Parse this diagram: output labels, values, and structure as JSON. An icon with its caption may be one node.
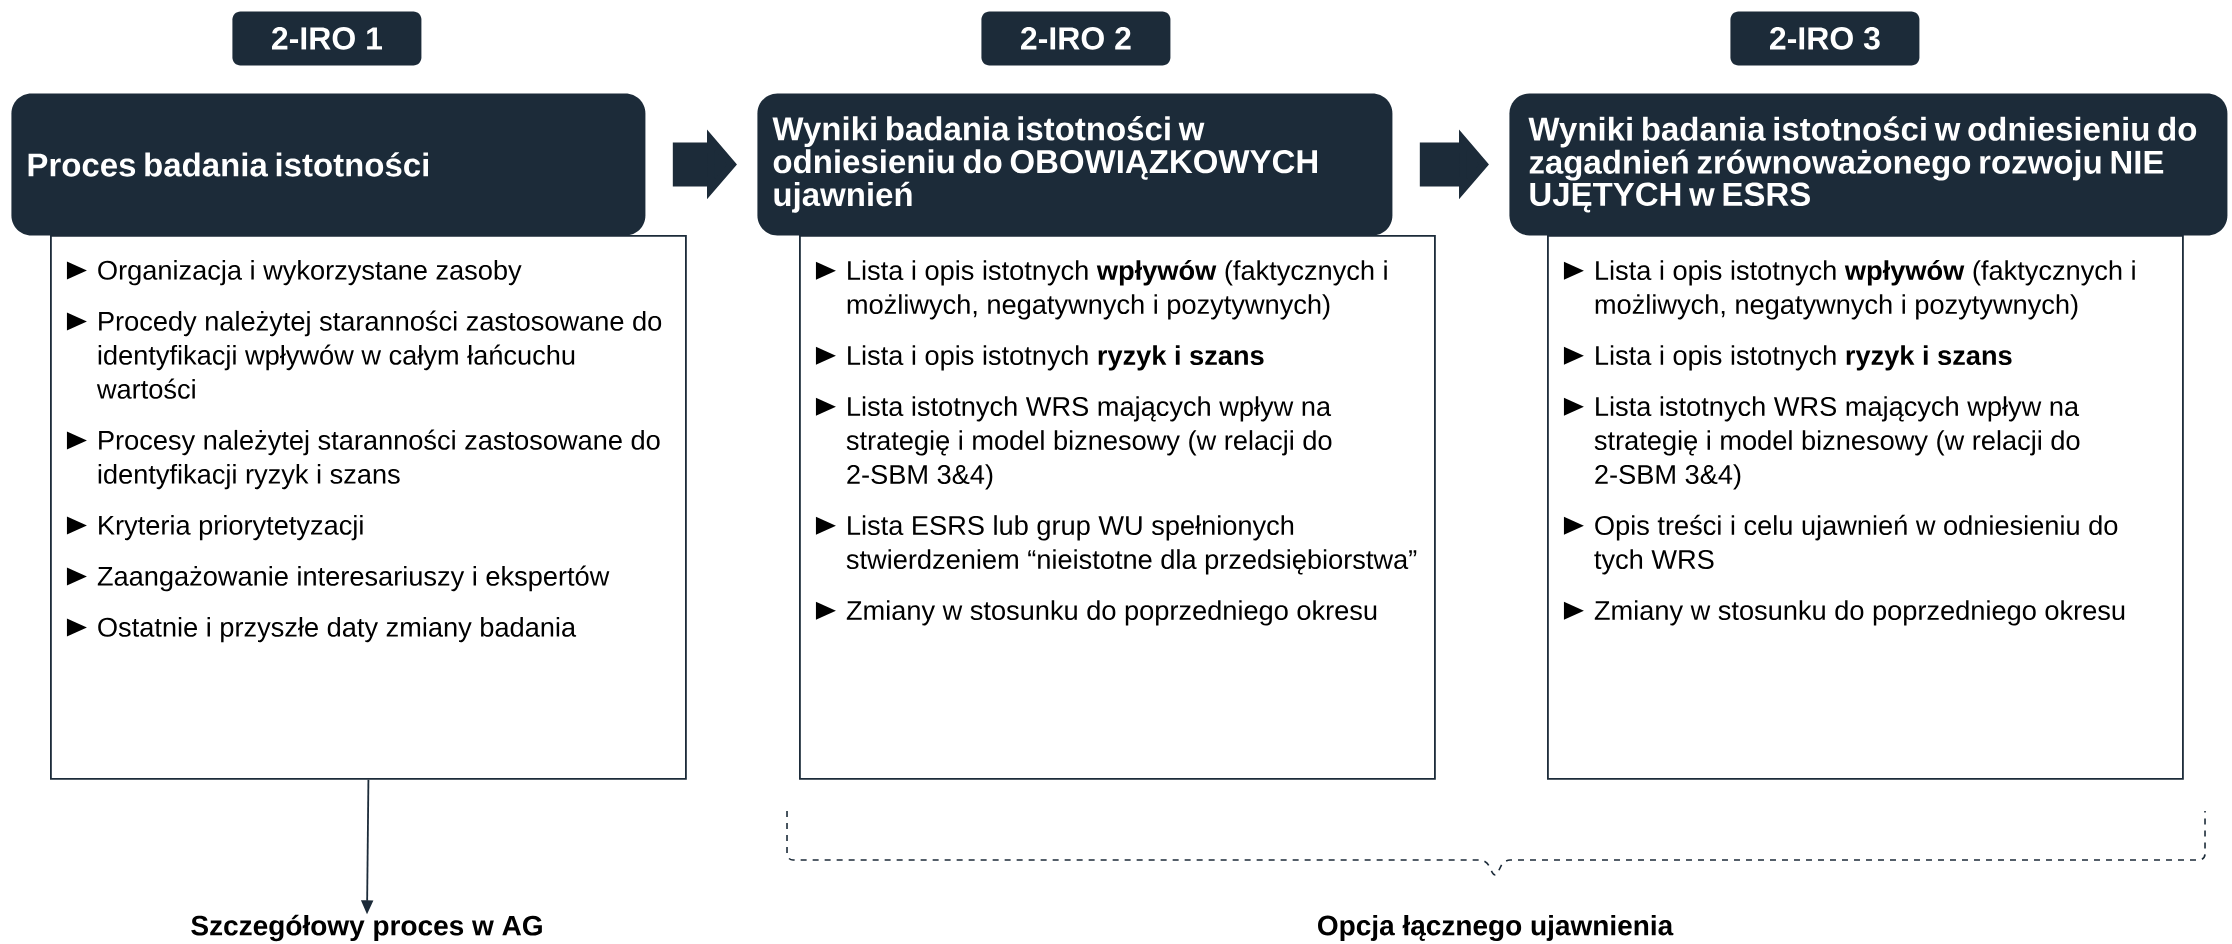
{
  "diagram": {
    "nodes": [
      {
        "text": [
          "2-IRO 1"
        ]
      },
      {
        "text": [
          "Proces badania istotności"
        ]
      },
      {
        "text": [
          "Organizacja i wykorzystane zasoby",
          "Procedy należytej staranności zastosowane do identyfikacji wpływów w całym łańcuchu wartości",
          "Procesy należytej staranności zastosowane do identyfikacji ryzyk i szans",
          "Kryteria priorytetyzacji",
          "Zaangażowanie interesariuszy i ekspertów",
          "Ostatnie i przyszłe daty zmiany badania"
        ]
      },
      {
        "text": [
          "2-IRO 2"
        ]
      },
      {
        "text": [
          "Wyniki badania istotności w odniesieniu do OBOWIĄZKOWYCH ujawnień"
        ]
      },
      {
        "text": [
          "Lista i opis istotnych **wpływów** (faktycznych i możliwych, negatywnych i pozytywnych)",
          "Lista i opis istotnych **ryzyk i szans**",
          "Lista istotnych WRS mających wpływ na strategię i model biznesowy (w relacji do 2-SBM 3&4)",
          "Lista ESRS lub grup WU spełnionych stwierdzeniem “nieistotne dla przedsiębiorstwa”",
          "Zmiany w stosunku do poprzedniego okresu"
        ]
      },
      {
        "text": [
          "2-IRO 3"
        ]
      },
      {
        "text": [
          "Wyniki badania istotności w odniesieniu do zagadnień zrównoważonego rozwoju NIE UJĘTYCH w ESRS"
        ]
      },
      {
        "text": [
          "Lista i opis istotnych **wpływów** (faktycznych i możliwych, negatywnych i pozytywnych)",
          "Lista i opis istotnych **ryzyk i szans**",
          "Lista istotnych WRS mających wpływ na strategię i model biznesowy (w relacji do 2-SBM 3&4)",
          "Opis treści i celu ujawnień w odniesieniu do tych WRS",
          "Zmiany w stosunku do poprzedniego okresu"
        ]
      },
      {
        "text": [
          "Szczegółowy proces w AG"
        ]
      }
    ],
    "edges": [
      {
        "from": 1,
        "to": 4,
        "arrow": "to"
      },
      {
        "from": 4,
        "to": 7,
        "arrow": "to"
      },
      {
        "from": 2,
        "to": 9,
        "arrow": "to"
      }
    ],
    "labels": [
      "Opcja łącznego ujawnienia"
    ]
  }
}
